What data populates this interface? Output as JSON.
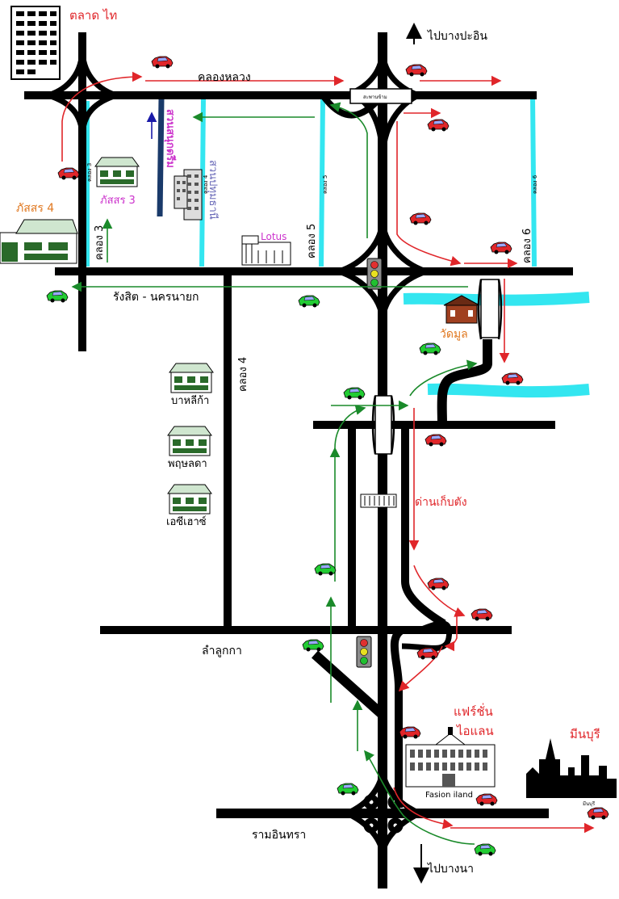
{
  "labels": {
    "talad_thai": "ตลาด ไท",
    "pai_bang_pa_in": "ไปบางปะอิน",
    "khlong_luang": "คลองหลวง",
    "saphan": "สะพานข้าม",
    "pasorn3": "ภัสสร 3",
    "pasorn4": "ภัสสร 4",
    "khlong3_top": "คลอง 3",
    "khlong3": "คลอง 3",
    "khlong4_top": "คลอง 4",
    "khlong5_top": "คลอง 5",
    "khlong5": "คลอง 5",
    "khlong6_top": "คลอง 6",
    "khlong6": "คลอง 6",
    "khlong4": "คลอง 4",
    "suan_sanuk": "สวนสนุกดรีม",
    "suan_pathum": "สวนปทุมธานี",
    "lotus": "Lotus",
    "rangsit_nakhon_nayok": "รังสิต - นครนายก",
    "wat_mool": "วัดมูล",
    "bahalika": "บาหลีก้า",
    "pruksa": "พฤษลดา",
    "ac_house": "เอซีเฮาซ์",
    "toll": "ด่านเก็บตัง",
    "lam_luk_ka": "ลำลูกกา",
    "fashion_line1": "แฟร์ชั่น",
    "fashion_line2": "ไอแลน",
    "fashion_island": "Fasion iland",
    "min_buri": "มีนบุรี",
    "min_buri_small": "มีนบุรี",
    "ram_intra": "รามอินทรา",
    "pai_bang_na": "ไปบางนา"
  },
  "colors": {
    "road": "#000000",
    "canal": "#33e6f0",
    "red": "#e0262a",
    "green": "#1a8a2a",
    "blue": "#1a1aa8",
    "magenta": "#cc33cc",
    "orange": "#e07820"
  }
}
